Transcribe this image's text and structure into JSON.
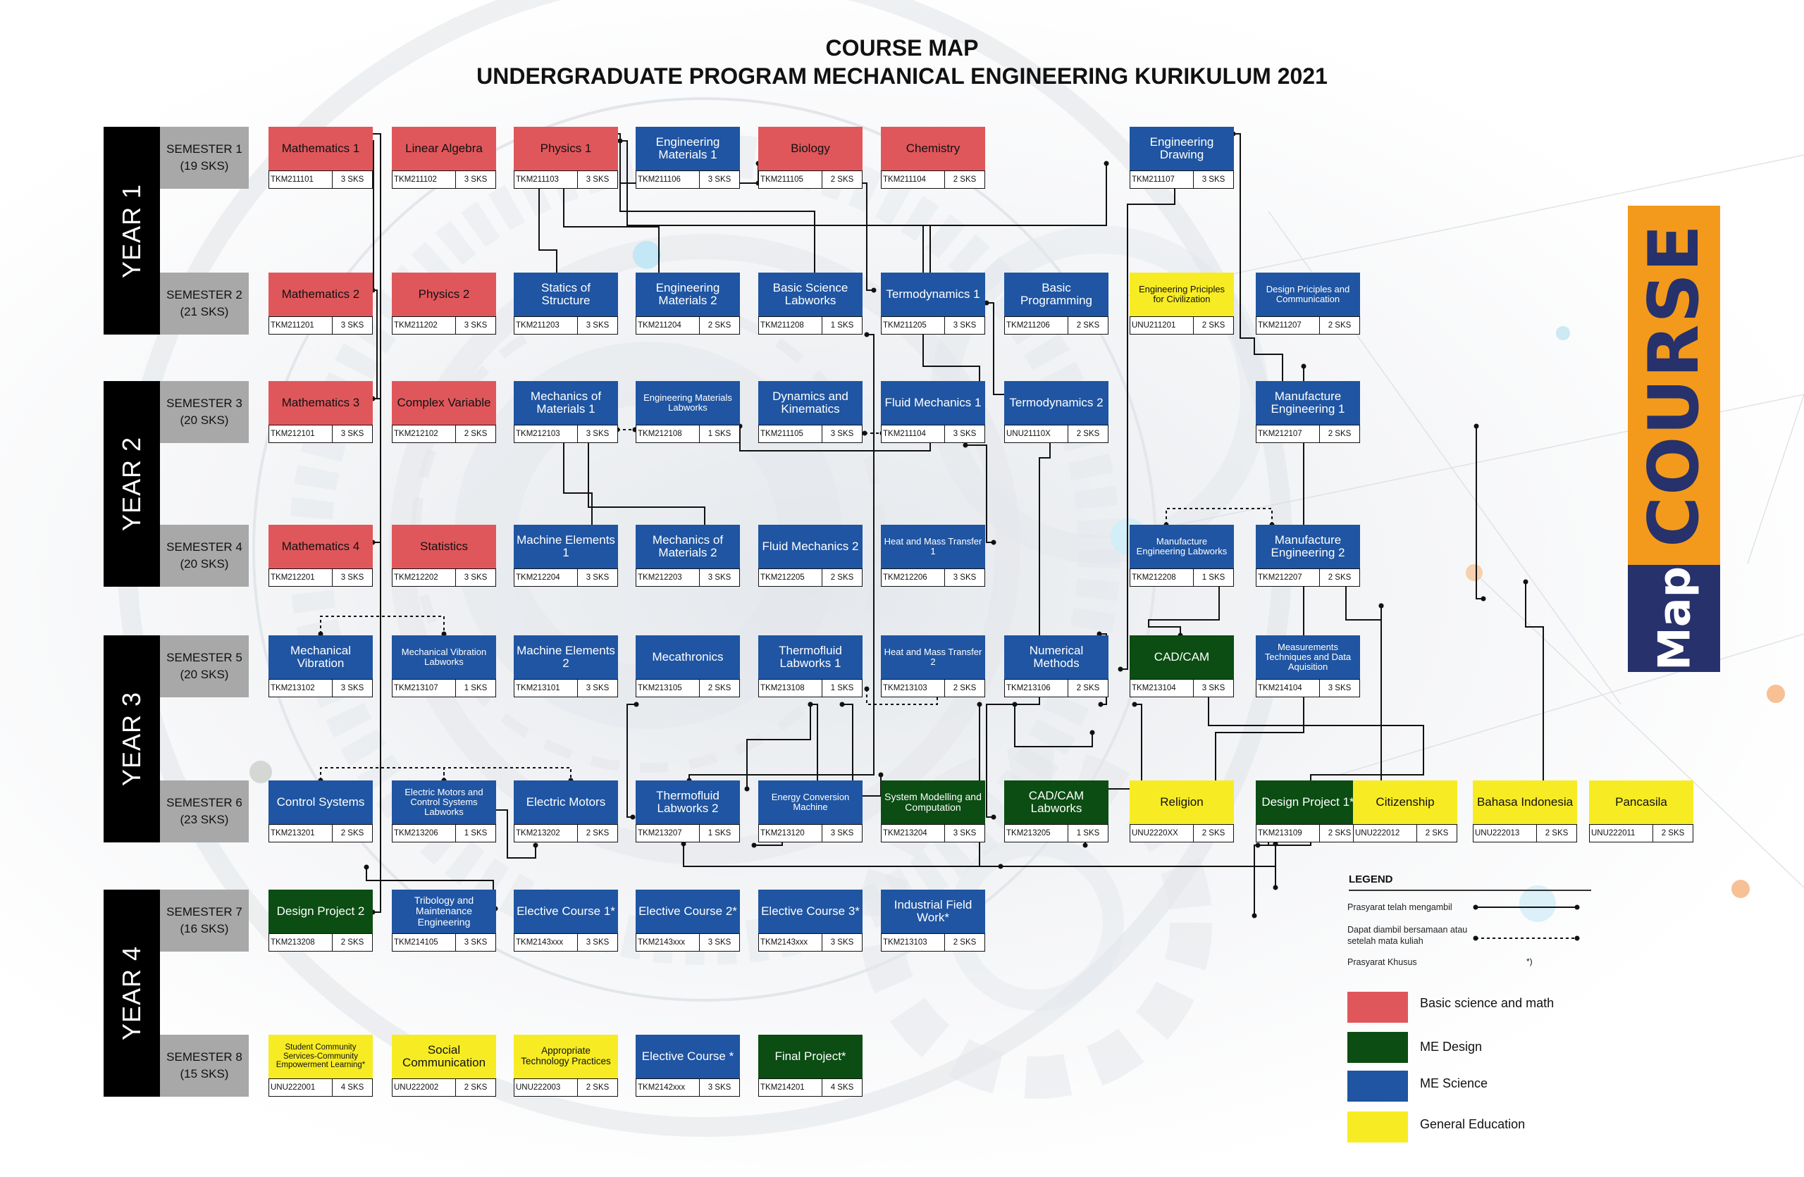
{
  "title": {
    "line1": "COURSE MAP",
    "line2": "UNDERGRADUATE PROGRAM MECHANICAL ENGINEERING KURIKULUM 2021"
  },
  "years": [
    "YEAR 1",
    "YEAR 2",
    "YEAR 3",
    "YEAR 4"
  ],
  "semesters": [
    {
      "name": "SEMESTER 1",
      "sks": "(19 SKS)"
    },
    {
      "name": "SEMESTER 2",
      "sks": "(21 SKS)"
    },
    {
      "name": "SEMESTER 3",
      "sks": "(20 SKS)"
    },
    {
      "name": "SEMESTER 4",
      "sks": "(20 SKS)"
    },
    {
      "name": "SEMESTER 5",
      "sks": "(20 SKS)"
    },
    {
      "name": "SEMESTER 6",
      "sks": "(23 SKS)"
    },
    {
      "name": "SEMESTER 7",
      "sks": "(16 SKS)"
    },
    {
      "name": "SEMESTER 8",
      "sks": "(15 SKS)"
    }
  ],
  "colors": {
    "basic_science": "#e0575b",
    "me_design": "#0b4d12",
    "me_science": "#1f55a2",
    "general_education": "#f7ec24",
    "brand_orange": "#f39a1c",
    "brand_navy": "#27316b"
  },
  "courses": [
    {
      "id": "math1",
      "name": "Mathematics 1",
      "code": "TKM211101",
      "sks": "3 SKS",
      "cat": "red"
    },
    {
      "id": "linalg",
      "name": "Linear Algebra",
      "code": "TKM211102",
      "sks": "3 SKS",
      "cat": "red"
    },
    {
      "id": "phys1",
      "name": "Physics 1",
      "code": "TKM211103",
      "sks": "3 SKS",
      "cat": "red"
    },
    {
      "id": "engmat1",
      "name": "Engineering Materials 1",
      "code": "TKM211106",
      "sks": "3 SKS",
      "cat": "blue"
    },
    {
      "id": "bio",
      "name": "Biology",
      "code": "TKM211105",
      "sks": "2 SKS",
      "cat": "red"
    },
    {
      "id": "chem",
      "name": "Chemistry",
      "code": "TKM211104",
      "sks": "2 SKS",
      "cat": "red"
    },
    {
      "id": "engdraw",
      "name": "Engineering Drawing",
      "code": "TKM211107",
      "sks": "3 SKS",
      "cat": "blue"
    },
    {
      "id": "math2",
      "name": "Mathematics 2",
      "code": "TKM211201",
      "sks": "3 SKS",
      "cat": "red"
    },
    {
      "id": "phys2",
      "name": "Physics 2",
      "code": "TKM211202",
      "sks": "3 SKS",
      "cat": "red"
    },
    {
      "id": "statics",
      "name": "Statics of Structure",
      "code": "TKM211203",
      "sks": "3 SKS",
      "cat": "blue"
    },
    {
      "id": "engmat2",
      "name": "Engineering Materials 2",
      "code": "TKM211204",
      "sks": "2 SKS",
      "cat": "blue"
    },
    {
      "id": "bslab",
      "name": "Basic Science Labworks",
      "code": "TKM211208",
      "sks": "1 SKS",
      "cat": "blue"
    },
    {
      "id": "thermo1",
      "name": "Termodynamics 1",
      "code": "TKM211205",
      "sks": "3 SKS",
      "cat": "blue"
    },
    {
      "id": "basicprog",
      "name": "Basic Programming",
      "code": "TKM211206",
      "sks": "2 SKS",
      "cat": "blue"
    },
    {
      "id": "engciv",
      "name": "Engineering Priciples for Civilization",
      "code": "UNU211201",
      "sks": "2 SKS",
      "cat": "yellow"
    },
    {
      "id": "designcomm",
      "name": "Design Priciples and Communication",
      "code": "TKM211207",
      "sks": "2 SKS",
      "cat": "blue"
    },
    {
      "id": "math3",
      "name": "Mathematics 3",
      "code": "TKM212101",
      "sks": "3 SKS",
      "cat": "red"
    },
    {
      "id": "complex",
      "name": "Complex Variable",
      "code": "TKM212102",
      "sks": "2 SKS",
      "cat": "red"
    },
    {
      "id": "mom1",
      "name": "Mechanics of Materials 1",
      "code": "TKM212103",
      "sks": "3 SKS",
      "cat": "blue"
    },
    {
      "id": "engmatlab",
      "name": "Engineering Materials Labworks",
      "code": "TKM212108",
      "sks": "1 SKS",
      "cat": "blue"
    },
    {
      "id": "dynkin",
      "name": "Dynamics and Kinematics",
      "code": "TKM211105",
      "sks": "3 SKS",
      "cat": "blue"
    },
    {
      "id": "fluid1",
      "name": "Fluid Mechanics 1",
      "code": "TKM211104",
      "sks": "3 SKS",
      "cat": "blue"
    },
    {
      "id": "thermo2",
      "name": "Termodynamics 2",
      "code": "UNU21110X",
      "sks": "2 SKS",
      "cat": "blue"
    },
    {
      "id": "manuf1",
      "name": "Manufacture Engineering 1",
      "code": "TKM212107",
      "sks": "2 SKS",
      "cat": "blue"
    },
    {
      "id": "math4",
      "name": "Mathematics 4",
      "code": "TKM212201",
      "sks": "3 SKS",
      "cat": "red"
    },
    {
      "id": "stats",
      "name": "Statistics",
      "code": "TKM212202",
      "sks": "3 SKS",
      "cat": "red"
    },
    {
      "id": "machel1",
      "name": "Machine Elements 1",
      "code": "TKM212204",
      "sks": "3 SKS",
      "cat": "blue"
    },
    {
      "id": "mom2",
      "name": "Mechanics of Materials 2",
      "code": "TKM212203",
      "sks": "3 SKS",
      "cat": "blue"
    },
    {
      "id": "fluid2",
      "name": "Fluid Mechanics 2",
      "code": "TKM212205",
      "sks": "2 SKS",
      "cat": "blue"
    },
    {
      "id": "hmt1",
      "name": "Heat and Mass Transfer 1",
      "code": "TKM212206",
      "sks": "3 SKS",
      "cat": "blue"
    },
    {
      "id": "manuflab",
      "name": "Manufacture Engineering Labworks",
      "code": "TKM212208",
      "sks": "1 SKS",
      "cat": "blue"
    },
    {
      "id": "manuf2",
      "name": "Manufacture Engineering 2",
      "code": "TKM212207",
      "sks": "2 SKS",
      "cat": "blue"
    },
    {
      "id": "mechvib",
      "name": "Mechanical Vibration",
      "code": "TKM213102",
      "sks": "3 SKS",
      "cat": "blue"
    },
    {
      "id": "mechviblab",
      "name": "Mechanical Vibration Labworks",
      "code": "TKM213107",
      "sks": "1 SKS",
      "cat": "blue"
    },
    {
      "id": "machel2",
      "name": "Machine Elements 2",
      "code": "TKM213101",
      "sks": "3 SKS",
      "cat": "blue"
    },
    {
      "id": "mechatronics",
      "name": "Mecathronics",
      "code": "TKM213105",
      "sks": "2 SKS",
      "cat": "blue"
    },
    {
      "id": "thfluidlab1",
      "name": "Thermofluid Labworks 1",
      "code": "TKM213108",
      "sks": "1 SKS",
      "cat": "blue"
    },
    {
      "id": "hmt2",
      "name": "Heat and Mass Transfer 2",
      "code": "TKM213103",
      "sks": "2 SKS",
      "cat": "blue"
    },
    {
      "id": "nummeth",
      "name": "Numerical Methods",
      "code": "TKM213106",
      "sks": "2 SKS",
      "cat": "blue"
    },
    {
      "id": "cadcam",
      "name": "CAD/CAM",
      "code": "TKM213104",
      "sks": "3 SKS",
      "cat": "green"
    },
    {
      "id": "measure",
      "name": "Measurements Techniques and Data Aquisition",
      "code": "TKM214104",
      "sks": "3 SKS",
      "cat": "blue"
    },
    {
      "id": "control",
      "name": "Control Systems",
      "code": "TKM213201",
      "sks": "2 SKS",
      "cat": "blue"
    },
    {
      "id": "emotorlab",
      "name": "Electric Motors and Control Systems Labworks",
      "code": "TKM213206",
      "sks": "1 SKS",
      "cat": "blue"
    },
    {
      "id": "emotors",
      "name": "Electric Motors",
      "code": "TKM213202",
      "sks": "2 SKS",
      "cat": "blue"
    },
    {
      "id": "thfluidlab2",
      "name": "Thermofluid Labworks 2",
      "code": "TKM213207",
      "sks": "1 SKS",
      "cat": "blue"
    },
    {
      "id": "energyconv",
      "name": "Energy Conversion Machine",
      "code": "TKM213120",
      "sks": "3 SKS",
      "cat": "blue"
    },
    {
      "id": "sysmod",
      "name": "System Modelling and Computation",
      "code": "TKM213204",
      "sks": "3 SKS",
      "cat": "green"
    },
    {
      "id": "cadcamlab",
      "name": "CAD/CAM Labworks",
      "code": "TKM213205",
      "sks": "1 SKS",
      "cat": "green"
    },
    {
      "id": "religion",
      "name": "Religion",
      "code": "UNU2220XX",
      "sks": "2 SKS",
      "cat": "yellow"
    },
    {
      "id": "design1",
      "name": "Design Project 1*",
      "code": "TKM213109",
      "sks": "2 SKS",
      "cat": "green"
    },
    {
      "id": "citizenship",
      "name": "Citizenship",
      "code": "UNU222012",
      "sks": "2 SKS",
      "cat": "yellow"
    },
    {
      "id": "bahasa",
      "name": "Bahasa Indonesia",
      "code": "UNU222013",
      "sks": "2 SKS",
      "cat": "yellow"
    },
    {
      "id": "pancasila",
      "name": "Pancasila",
      "code": "UNU222011",
      "sks": "2 SKS",
      "cat": "yellow"
    },
    {
      "id": "design2",
      "name": "Design Project 2",
      "code": "TKM213208",
      "sks": "2 SKS",
      "cat": "green"
    },
    {
      "id": "tribology",
      "name": "Tribology and Maintenance Engineering",
      "code": "TKM214105",
      "sks": "3 SKS",
      "cat": "blue"
    },
    {
      "id": "elective1",
      "name": "Elective Course 1*",
      "code": "TKM2143xxx",
      "sks": "3 SKS",
      "cat": "blue"
    },
    {
      "id": "elective2",
      "name": "Elective Course 2*",
      "code": "TKM2143xxx",
      "sks": "3 SKS",
      "cat": "blue"
    },
    {
      "id": "elective3",
      "name": "Elective Course 3*",
      "code": "TKM2143xxx",
      "sks": "3 SKS",
      "cat": "blue"
    },
    {
      "id": "fieldwork",
      "name": "Industrial Field Work*",
      "code": "TKM213103",
      "sks": "2 SKS",
      "cat": "blue"
    },
    {
      "id": "sccel",
      "name": "Student Community Services-Community Empowerment Learning*",
      "code": "UNU222001",
      "sks": "4 SKS",
      "cat": "yellow"
    },
    {
      "id": "socialcomm",
      "name": "Social Communication",
      "code": "UNU222002",
      "sks": "2 SKS",
      "cat": "yellow"
    },
    {
      "id": "apptech",
      "name": "Appropriate Technology Practices",
      "code": "UNU222003",
      "sks": "2 SKS",
      "cat": "yellow"
    },
    {
      "id": "elective4",
      "name": "Elective Course *",
      "code": "TKM2142xxx",
      "sks": "3 SKS",
      "cat": "blue"
    },
    {
      "id": "finalproj",
      "name": "Final Project*",
      "code": "TKM214201",
      "sks": "4 SKS",
      "cat": "green"
    }
  ],
  "legend": {
    "title": "LEGEND",
    "solid_label": "Prasyarat telah mengambil",
    "dashed_label": "Dapat diambil bersamaan atau setelah mata kuliah",
    "special_label": "Prasyarat Khusus",
    "special_mark": "*)",
    "categories": [
      {
        "label": "Basic science and math",
        "color": "#e0575b"
      },
      {
        "label": "ME Design",
        "color": "#0b4d12"
      },
      {
        "label": "ME Science",
        "color": "#1f55a2"
      },
      {
        "label": "General Education",
        "color": "#f7ec24"
      }
    ]
  },
  "brand": {
    "word1": "COURSE",
    "word2": "Map"
  }
}
